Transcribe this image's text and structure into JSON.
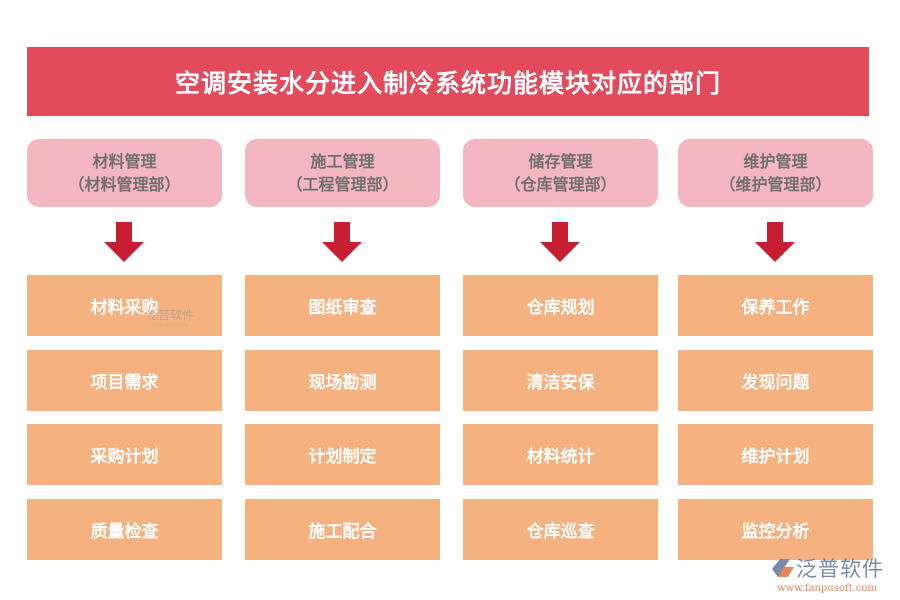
{
  "title": "空调安装水分进入制冷系统功能模块对应的部门",
  "colors": {
    "title": "#e34a5b",
    "header": "#f4b6c0",
    "arrow": "#c81e31",
    "box": "#f5b280"
  },
  "columns": [
    {
      "name": "材料管理",
      "dept": "（材料管理部）",
      "items": [
        "材料采购",
        "项目需求",
        "采购计划",
        "质量检查"
      ]
    },
    {
      "name": "施工管理",
      "dept": "（工程管理部）",
      "items": [
        "图纸审查",
        "现场勘测",
        "计划制定",
        "施工配合"
      ]
    },
    {
      "name": "储存管理",
      "dept": "（仓库管理部）",
      "items": [
        "仓库规划",
        "清洁安保",
        "材料统计",
        "仓库巡查"
      ]
    },
    {
      "name": "维护管理",
      "dept": "（维护管理部）",
      "items": [
        "保养工作",
        "发现问题",
        "维护计划",
        "监控分析"
      ]
    }
  ],
  "watermark": {
    "brand": "泛普软件",
    "sub": "FANPU SOFTWARE",
    "url": "www.fanpusoft.com"
  }
}
